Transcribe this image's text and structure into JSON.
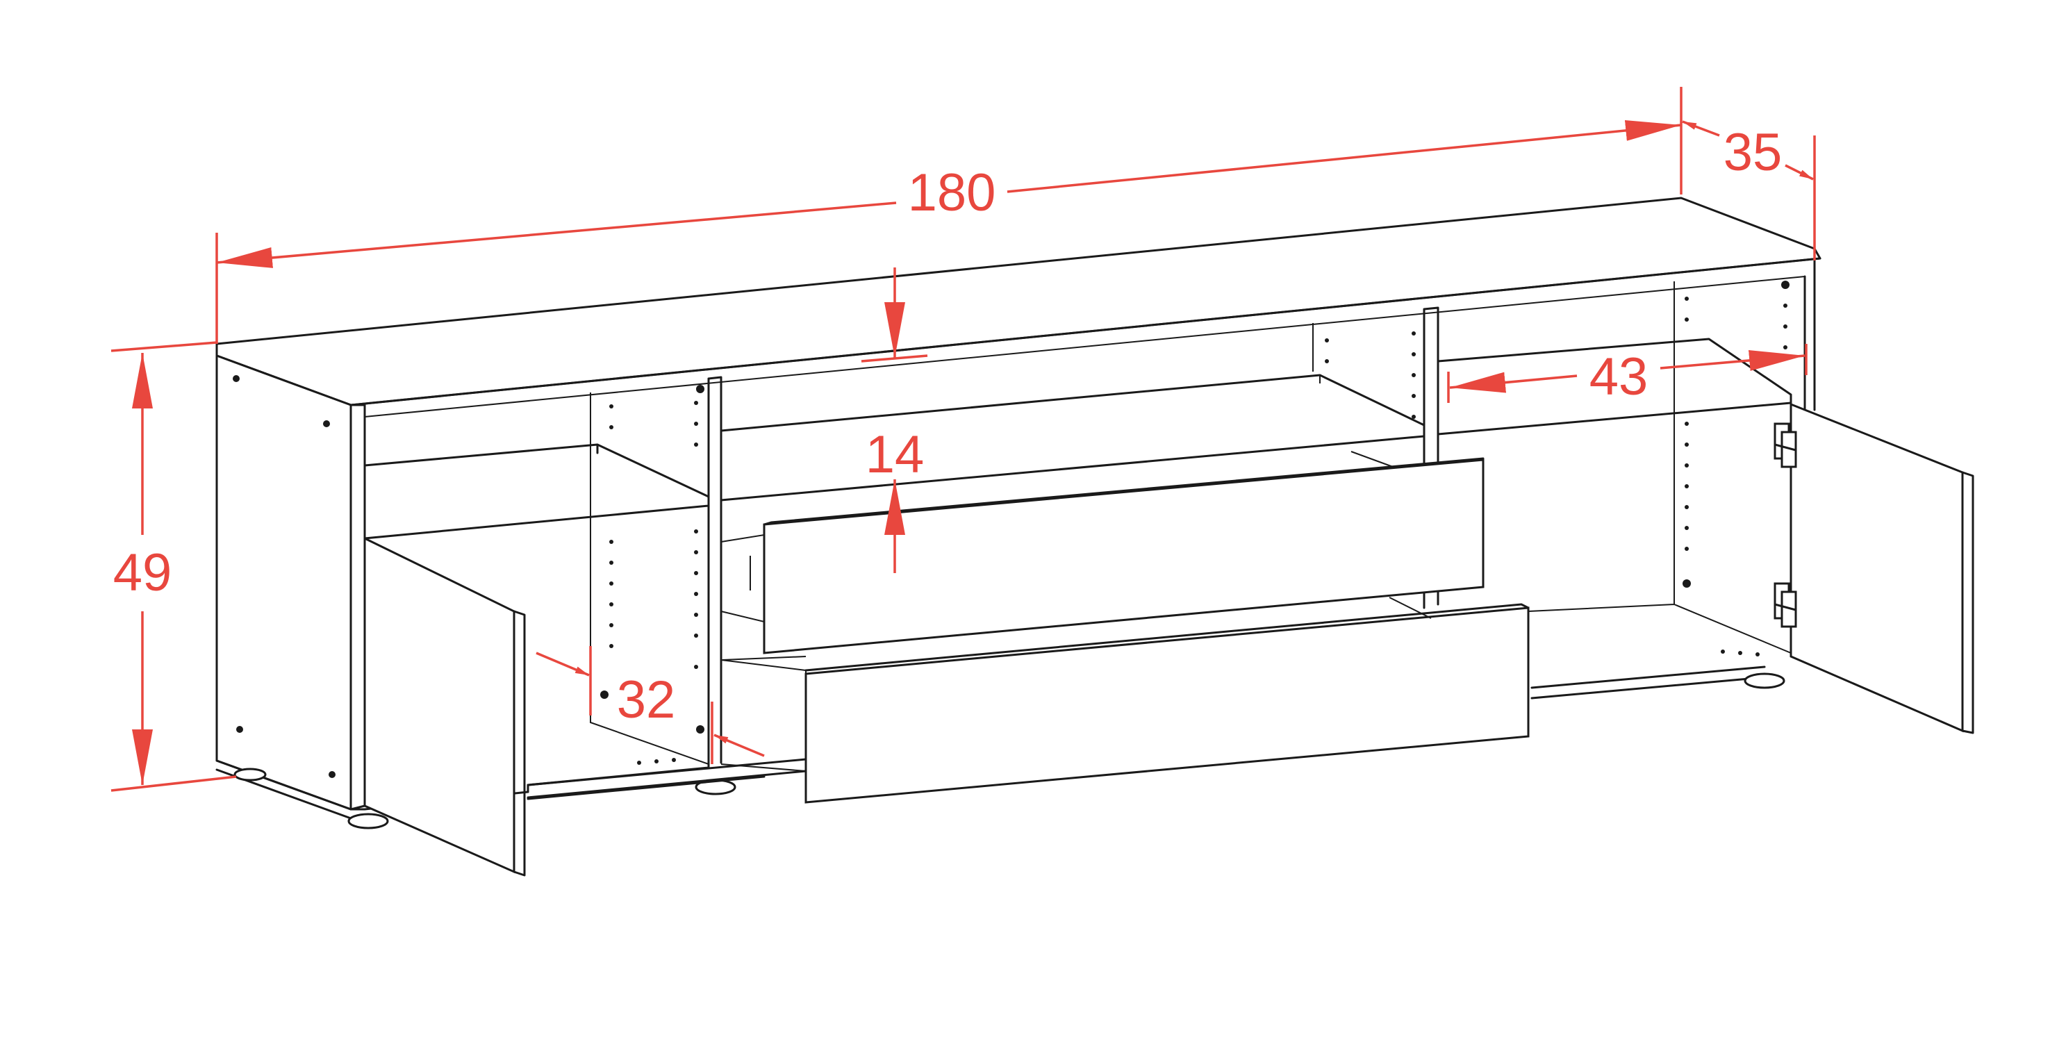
{
  "dimensions": {
    "width": "180",
    "depth": "35",
    "height": "49",
    "compartment_width": "43",
    "drawer_height": "14",
    "shelf_depth": "32"
  },
  "colors": {
    "dimension": "#e8473e",
    "outline": "#1a1a1a",
    "background": "#ffffff"
  }
}
